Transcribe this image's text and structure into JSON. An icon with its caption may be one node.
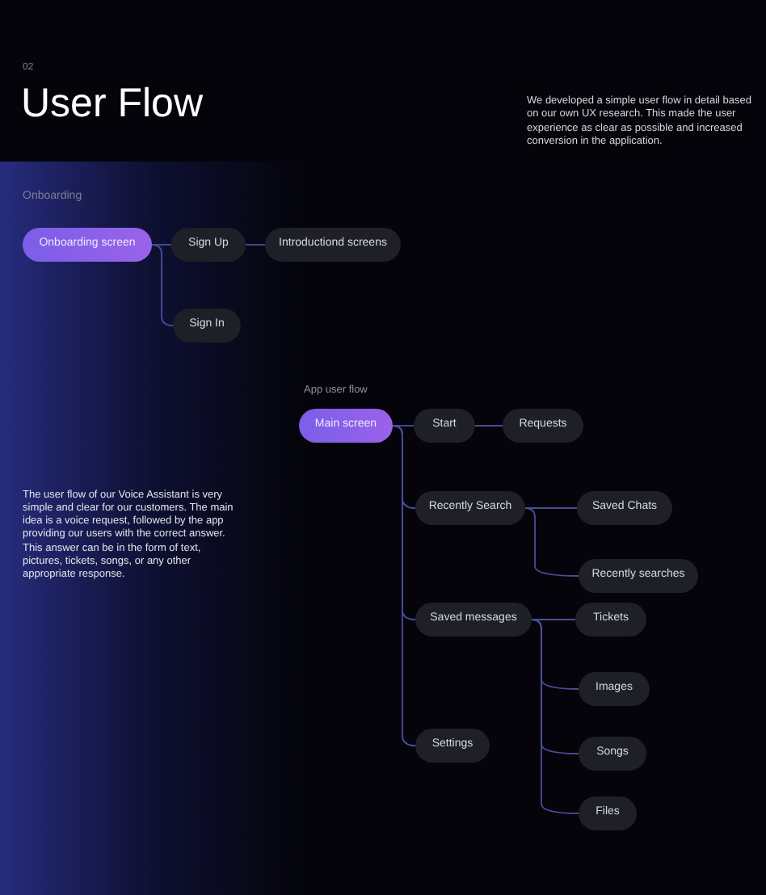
{
  "diagram": {
    "title": "User Flow",
    "nodes": [
      {
        "text": [
          "Onboarding screen"
        ]
      },
      {
        "text": [
          "Sign Up"
        ]
      },
      {
        "text": [
          "Introductiond screens"
        ]
      },
      {
        "text": [
          "Sign In"
        ]
      },
      {
        "text": [
          "Main screen"
        ]
      },
      {
        "text": [
          "Start"
        ]
      },
      {
        "text": [
          "Requests"
        ]
      },
      {
        "text": [
          "Recently Search"
        ]
      },
      {
        "text": [
          "Saved Chats"
        ]
      },
      {
        "text": [
          "Recently searches"
        ]
      },
      {
        "text": [
          "Saved messages"
        ]
      },
      {
        "text": [
          "Tickets"
        ]
      },
      {
        "text": [
          "Images"
        ]
      },
      {
        "text": [
          "Songs"
        ]
      },
      {
        "text": [
          "Files"
        ]
      },
      {
        "text": [
          "Settings"
        ]
      }
    ],
    "edges": [
      {
        "from": 0,
        "to": 1,
        "arrow": "none"
      },
      {
        "from": 1,
        "to": 2,
        "arrow": "none"
      },
      {
        "from": 0,
        "to": 3,
        "arrow": "none"
      },
      {
        "from": 4,
        "to": 5,
        "arrow": "none"
      },
      {
        "from": 5,
        "to": 6,
        "arrow": "none"
      },
      {
        "from": 4,
        "to": 7,
        "arrow": "none"
      },
      {
        "from": 4,
        "to": 10,
        "arrow": "none"
      },
      {
        "from": 4,
        "to": 15,
        "arrow": "none"
      },
      {
        "from": 7,
        "to": 8,
        "arrow": "none"
      },
      {
        "from": 7,
        "to": 9,
        "arrow": "none"
      },
      {
        "from": 10,
        "to": 11,
        "arrow": "none"
      },
      {
        "from": 10,
        "to": 12,
        "arrow": "none"
      },
      {
        "from": 10,
        "to": 13,
        "arrow": "none"
      },
      {
        "from": 10,
        "to": 14,
        "arrow": "none"
      }
    ],
    "labels": [
      "02",
      "We developed a simple user flow in detail based on our own UX research. This made the user experience as clear as possible and increased conversion in the application.",
      "Onboarding",
      "App user flow",
      "The user flow of our Voice Assistant is very simple and clear for our customers. The main idea is a voice request, followed by the app providing our users with the correct answer. This answer can be in the form of text, pictures, tickets, songs, or any other appropriate response."
    ]
  }
}
